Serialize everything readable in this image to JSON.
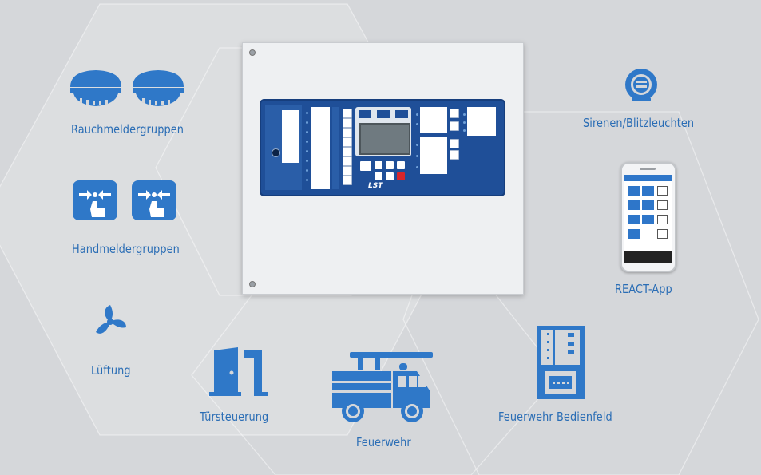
{
  "labels": {
    "smoke": "Rauchmeldergruppen",
    "manual": "Handmeldergruppen",
    "vent": "Lüftung",
    "door": "Türsteuerung",
    "firebrigade": "Feuerwehr",
    "fb_panel": "Feuerwehr Bedienfeld",
    "siren": "Sirenen/Blitzleuchten",
    "app": "REACT-App"
  },
  "panel": {
    "brand": "LST"
  },
  "icons": [
    "smoke-detector-icon",
    "manual-call-point-icon",
    "fan-icon",
    "door-icon",
    "fire-truck-icon",
    "fire-brigade-panel-icon",
    "siren-icon",
    "smartphone-icon"
  ],
  "colors": {
    "accent": "#2a6db5",
    "background": "#d5d7da",
    "icon": "#2f78c8",
    "front": "#1f4f98"
  }
}
